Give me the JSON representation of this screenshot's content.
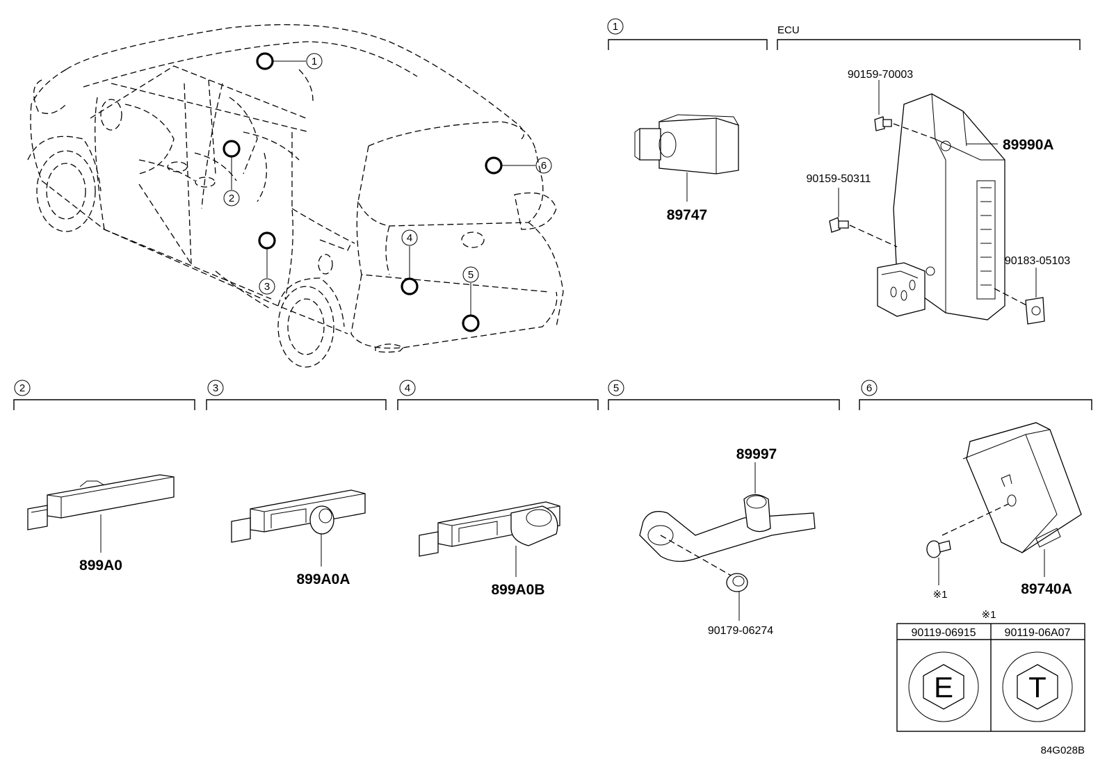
{
  "callouts": [
    "1",
    "2",
    "3",
    "4",
    "5",
    "6"
  ],
  "ecu_label": "ECU",
  "note_mark": "※1",
  "diagram_code": "84G028B",
  "parts": {
    "p89747": "89747",
    "p89990A": "89990A",
    "p90159_70003": "90159-70003",
    "p90159_50311": "90159-50311",
    "p90183_05103": "90183-05103",
    "p899A0": "899A0",
    "p899A0A": "899A0A",
    "p899A0B": "899A0B",
    "p89997": "89997",
    "p90179_06274": "90179-06274",
    "p89740A": "89740A"
  },
  "bolt_table": {
    "headers": [
      "90119-06915",
      "90119-06A07"
    ],
    "symbols": [
      "E",
      "T"
    ]
  }
}
